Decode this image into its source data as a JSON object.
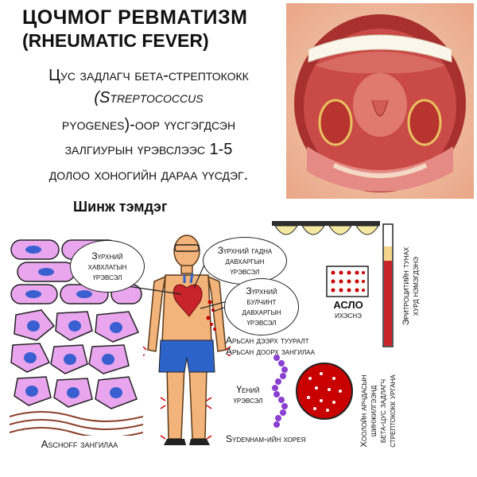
{
  "title": {
    "line1": "ЦОЧМОГ РЕВМАТИЗМ",
    "line2": "(RHEUMATIC FEVER)"
  },
  "description": {
    "line1": "Цус задлагч бета-стрептококк",
    "line2": "(Streptococcus",
    "line3": "pyogenes)-оор үүсгэгдсэн",
    "line4": "залгиурын үрэвслээс 1-5",
    "line5": "долоо хоногийн дараа үүсдэг."
  },
  "section_title": "Шинж тэмдэг",
  "labels": {
    "myocarditis": [
      "Зүрхний",
      "хавхлагын",
      "үрэвсэл"
    ],
    "pericarditis": [
      "Зүрхний гадна",
      "давхаргын",
      "үрэвсэл"
    ],
    "endocarditis": [
      "Зүрхний",
      "булчинт",
      "давхаргын",
      "үрэвсэл"
    ],
    "aslo": "АСЛО",
    "aslo_sub": "ихэснэ",
    "skin": [
      "Арьсан дээрх тууралт",
      "Арьсан доорх зангилаа"
    ],
    "arthritis": [
      "Үений",
      "үрэвсэл"
    ],
    "chorea": "Sydenham-ийн хорея",
    "aschoff": "Aschoff зангилаа",
    "esr": [
      "Эритроцитийн тунах",
      "хурд нэмэгдэнэ"
    ],
    "throat": [
      "Хоолойн арчдасын",
      "шинжилгээнд",
      "бета-цус задлагч",
      "стрептококк ургана"
    ]
  },
  "colors": {
    "skin_cell": "#e9a6ee",
    "nucleus": "#3a5fd0",
    "heart": "#c8242a",
    "shorts": "#2d63c8",
    "body": "#f2b47a",
    "culture_dot": "#c80000",
    "chain": "#8a3fd0"
  }
}
